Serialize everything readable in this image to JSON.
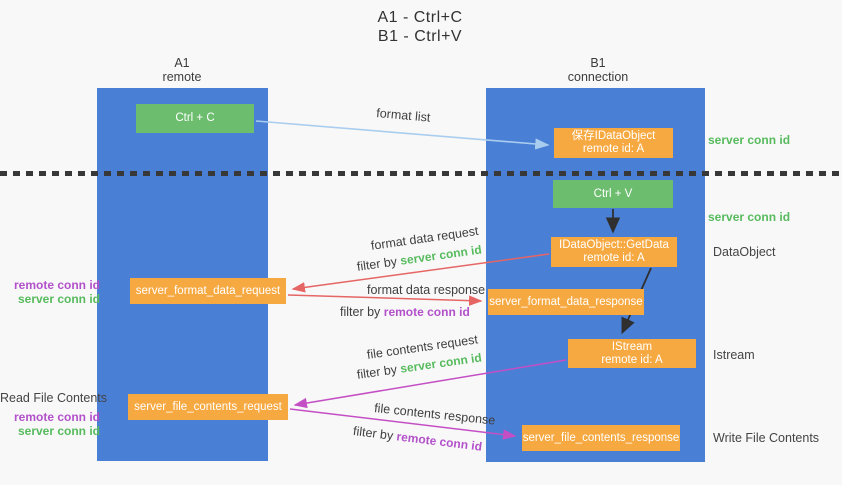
{
  "title": {
    "line1": "A1 - Ctrl+C",
    "line2": "B1 - Ctrl+V"
  },
  "lanes": {
    "left": {
      "title": "A1",
      "subtitle": "remote"
    },
    "right": {
      "title": "B1",
      "subtitle": "connection"
    }
  },
  "nodes": {
    "ctrl_c": {
      "label": "Ctrl + C"
    },
    "ctrl_v": {
      "label": "Ctrl + V"
    },
    "save_dataobject": {
      "line1": "保存IDataObject",
      "line2": "remote id: A"
    },
    "getdata": {
      "line1": "IDataObject::GetData",
      "line2": "remote id: A"
    },
    "istream": {
      "line1": "IStream",
      "line2": "remote id: A"
    },
    "format_request": {
      "label": "server_format_data_request"
    },
    "format_response": {
      "label": "server_format_data_response"
    },
    "file_request": {
      "label": "server_file_contents_request"
    },
    "file_response": {
      "label": "server_file_contents_response"
    }
  },
  "edge_labels": {
    "format_list": "format list",
    "format_data_request": "format data request",
    "format_data_request_filter_prefix": "filter by",
    "format_data_request_filter_key": "server conn id",
    "format_data_response": "format data response",
    "format_data_response_filter_prefix": "filter by",
    "format_data_response_filter_key": "remote conn id",
    "file_contents_request": "file contents request",
    "file_contents_request_filter_prefix": "filter by",
    "file_contents_request_filter_key": "server conn id",
    "file_contents_response": "file contents response",
    "file_contents_response_filter_prefix": "filter by",
    "file_contents_response_filter_key": "remote conn id"
  },
  "side_labels": {
    "server_conn_id_top": "server conn id",
    "server_conn_id_mid": "server conn id",
    "dataobject": "DataObject",
    "istream": "Istream",
    "write_file_contents": "Write File Contents",
    "read_file_contents": "Read File Contents",
    "request_remote_conn_id": "remote conn id",
    "request_server_conn_id": "server conn id",
    "file_remote_conn_id": "remote conn id",
    "file_server_conn_id": "server conn id"
  },
  "colors": {
    "lane_blue": "#4a7fd6",
    "node_green": "#6dbd6f",
    "node_orange": "#f7a941",
    "label_green": "#57bb5e",
    "label_purple": "#b351cb",
    "arrow_red": "#e66565",
    "arrow_magenta": "#c44fc4",
    "arrow_lightblue": "#a9cdee",
    "arrow_black": "#2f2f2f",
    "dotted_line": "#383838"
  }
}
